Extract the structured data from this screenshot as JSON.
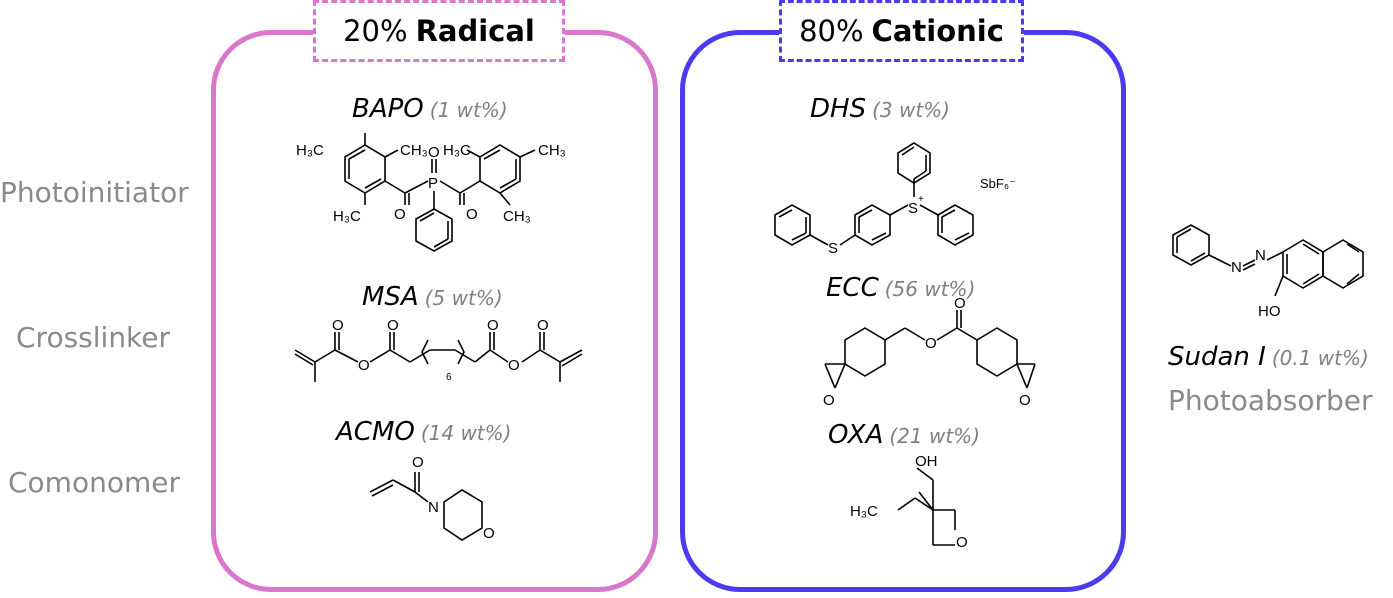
{
  "groups": {
    "radical": {
      "percent": "20%",
      "name": "Radical",
      "color": "#d977cc",
      "components": [
        {
          "name": "BAPO",
          "wt": "(1 wt%)",
          "structure": "bapo"
        },
        {
          "name": "MSA",
          "wt": "(5 wt%)",
          "structure": "msa"
        },
        {
          "name": "ACMO",
          "wt": "(14 wt%)",
          "structure": "acmo"
        }
      ]
    },
    "cationic": {
      "percent": "80%",
      "name": "Cationic",
      "color": "#4a3af0",
      "components": [
        {
          "name": "DHS",
          "wt": "(3 wt%)",
          "structure": "dhs"
        },
        {
          "name": "ECC",
          "wt": "(56 wt%)",
          "structure": "ecc"
        },
        {
          "name": "OXA",
          "wt": "(21 wt%)",
          "structure": "oxa"
        }
      ]
    }
  },
  "roles": [
    "Photoinitiator",
    "Crosslinker",
    "Comonomer"
  ],
  "photoabsorber": {
    "name": "Sudan I",
    "wt": "(0.1 wt%)",
    "role": "Photoabsorber",
    "structure": "sudan-i"
  },
  "atom_labels": {
    "h3c": "H₃C",
    "ch3": "CH₃",
    "o": "O",
    "p": "P",
    "s": "S",
    "s_plus": "+",
    "n": "N",
    "ho": "HO",
    "oh": "OH",
    "six": "6",
    "sbf6": "SbF₆⁻"
  }
}
